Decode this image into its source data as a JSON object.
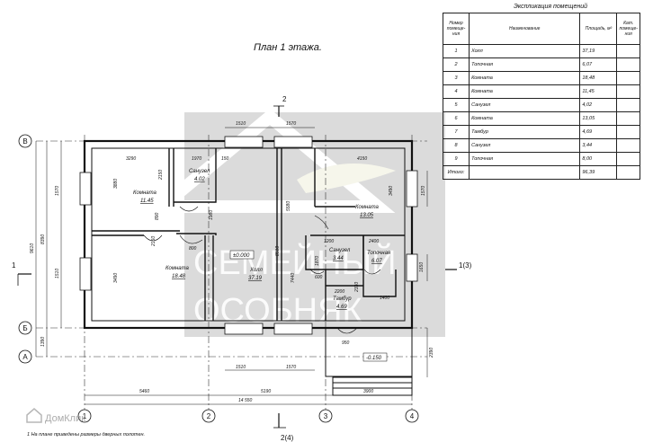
{
  "plan": {
    "title": "План 1 этажа.",
    "note": "1 На плане приведены размеры дверных полотен.",
    "axis_rows": [
      "В",
      "Б",
      "А"
    ],
    "axis_cols": [
      "1",
      "2",
      "3",
      "4"
    ],
    "section_marks": [
      "2",
      "1",
      "1(3)",
      "2(4)"
    ],
    "levels": {
      "main": "±0.000",
      "porch": "-0.150"
    },
    "rooms": [
      {
        "name": "Санузел",
        "area": "4.02"
      },
      {
        "name": "Комната",
        "area": "11.45"
      },
      {
        "name": "Комната",
        "area": "18.48"
      },
      {
        "name": "Холл",
        "area": "37.19"
      },
      {
        "name": "Комната",
        "area": "13.05"
      },
      {
        "name": "Санузел",
        "area": "3.44"
      },
      {
        "name": "Топочная",
        "area": "6.07"
      },
      {
        "name": "Тамбур",
        "area": "4.69"
      }
    ],
    "dims": {
      "top_window_1": "1510",
      "top_window_2": "1570",
      "bottom_window_1": "1510",
      "bottom_window_2": "1570",
      "d3290": "3290",
      "d1970": "1970",
      "d150": "150",
      "d4150": "4150",
      "d3880": "3880",
      "d2150": "2150",
      "d1980": "1980",
      "d890": "890",
      "d800": "800",
      "d2150b": "2150",
      "d3490": "3490",
      "d3490r": "3490",
      "d5580": "5580",
      "d8510": "8510",
      "d7440": "7440",
      "d1200": "1200",
      "d2400": "2400",
      "d1870": "1870",
      "d600": "600",
      "d2200": "2200",
      "d2330": "2330",
      "d1400": "1400",
      "d950": "950",
      "d1650": "1650",
      "left_1570": "1570",
      "left_1510": "1510",
      "right_1570": "1570",
      "left_1390": "1390",
      "left_8390": "8390",
      "left_9610": "9610",
      "right_2390": "2390",
      "bottom_5460": "5460",
      "bottom_5190": "5190",
      "bottom_3900": "3900",
      "bottom_total": "14 550"
    },
    "watermark": [
      "СЕМЕЙНЫЙ",
      "ОСОБНЯК"
    ],
    "brand": "ДомКлик"
  },
  "table": {
    "title": "Экспликация помещений",
    "headers": [
      "Номер помеще-ния",
      "Наименование",
      "Площадь, м²",
      "Кат. помеще-ния"
    ],
    "rows": [
      {
        "num": "1",
        "name": "Холл",
        "area": "37,19"
      },
      {
        "num": "2",
        "name": "Топочная",
        "area": "6,07"
      },
      {
        "num": "3",
        "name": "Комната",
        "area": "18,48"
      },
      {
        "num": "4",
        "name": "Комната",
        "area": "11,45"
      },
      {
        "num": "5",
        "name": "Санузел",
        "area": "4,02"
      },
      {
        "num": "6",
        "name": "Комната",
        "area": "13,05"
      },
      {
        "num": "7",
        "name": "Тамбур",
        "area": "4,69"
      },
      {
        "num": "8",
        "name": "Санузел",
        "area": "3,44"
      },
      {
        "num": "9",
        "name": "Топочная",
        "area": "8,00"
      }
    ],
    "total_label": "Итого:",
    "total_value": "96,39"
  }
}
